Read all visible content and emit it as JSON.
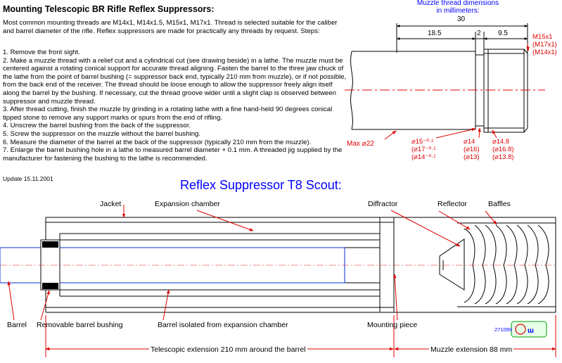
{
  "title": "Mounting Telescopic BR Rifle Reflex Suppressors:",
  "intro": "Most common mounting threads are M14x1, M14x1.5, M15x1, M17x1. Thread is selected suitable for the caliber and barrel diameter of the rifle. Reflex suppressors are made for practically any threads by request. Steps:",
  "steps": [
    "1. Remove the front sight.",
    "2. Make a muzzle thread with a relief cut and a cylindrical cut (see drawing beside) in a lathe. The muzzle must be centered against a rotating conical support for accurate thread aligning. Fasten the barrel to the three jaw chuck of the lathe from the point of barrel bushing (= suppressor back end, typically 210 mm from muzzle), or if not possible, from the back end of the receiver. The thread should be loose enough to allow the suppressor freely align itself along the barrel by the bushing. If necessary, cut the thread groove wider until a slight clap is observed between suppressor and muzzle thread.",
    "3. After thread cutting, finish the muzzle by grinding in a rotating lathe with a fine hand-held 90 degrees conical tipped stone to remove any support marks or spurs from the end of rifling.",
    "4. Unscrew the barrel bushing from the back of the suppressor.",
    "5. Screw the suppressor on the muzzle without the barrel bushing.",
    "6. Measure the diameter of the barrel at the back of the suppressor (typically 210 mm from the muzzle).",
    "7. Enlarge the barrel bushing hole in a lathe to measured barrel diameter + 0.1 mm. A threaded jig supplied by the manufacturer for fastening the bushing to the lathe is recommended."
  ],
  "update": "Update 15.11.2001",
  "muzzle": {
    "header_line1": "Muzzle thread dimensions",
    "header_line2": "in millimeters:",
    "dim_total": "30",
    "dim_a": "18.5",
    "dim_b": "2",
    "dim_c": "9.5",
    "max_dia": "Max ⌀22",
    "thread_1": "M15x1",
    "thread_2": "(M17x1)",
    "thread_3": "(M14x1)",
    "d1_1": "⌀15⁻⁰·¹",
    "d1_2": "(⌀17⁻⁰·¹",
    "d1_3": "(⌀14⁻⁰·¹",
    "d2_1": "⌀14",
    "d2_2": "(⌀16)",
    "d2_3": "(⌀13)",
    "d3_1": "⌀14.8",
    "d3_2": "(⌀16.8)",
    "d3_3": "(⌀13.8)"
  },
  "suppressor": {
    "title": "Reflex Suppressor T8 Scout:",
    "labels": {
      "jacket": "Jacket",
      "expansion_chamber": "Expansion chamber",
      "diffractor": "Diffractor",
      "reflector": "Reflector",
      "baffles": "Baffles",
      "barrel": "Barrel",
      "bushing": "Removable barrel bushing",
      "isolated": "Barrel isolated from expansion chamber",
      "mounting_piece": "Mounting piece"
    },
    "extension_telescopic": "Telescopic extension 210 mm around the barrel",
    "extension_muzzle": "Muzzle extension 88 mm",
    "drawing_code": "271099"
  },
  "colors": {
    "annotation_red": "#e00000",
    "title_blue": "#0000ff",
    "logo_green": "#00a000",
    "barrel_blue": "#3050e0"
  }
}
